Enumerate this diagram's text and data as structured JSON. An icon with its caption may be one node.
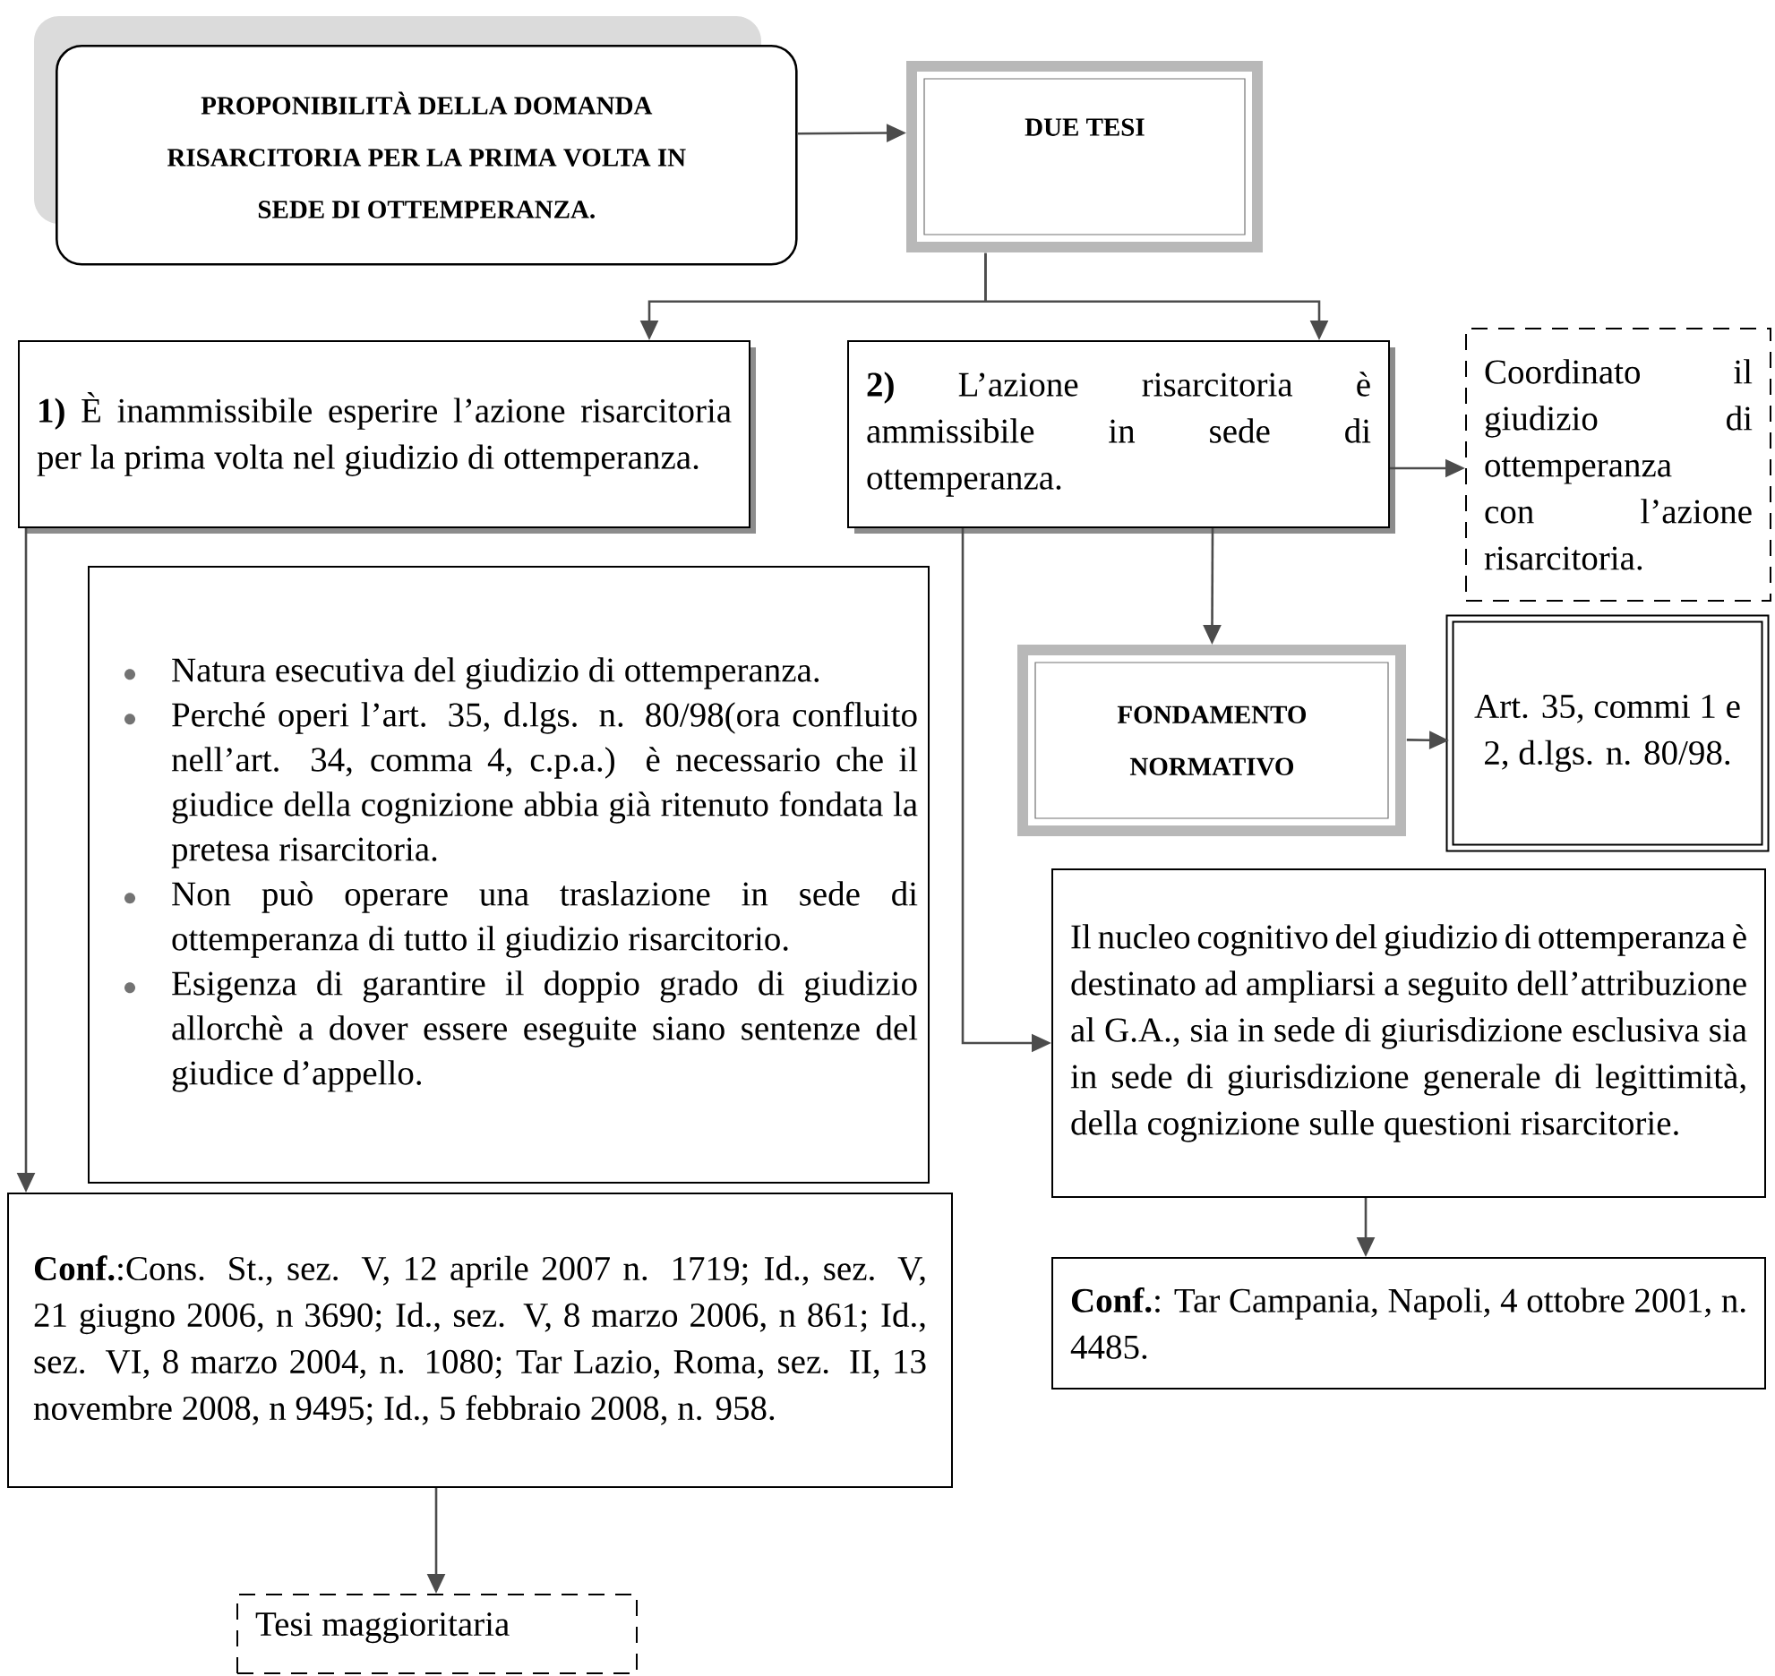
{
  "diagram": {
    "nodes": [
      {
        "text": [
          "PROPONIBILITÀ DELLA DOMANDA RISARCITORIA PER LA PRIMA VOLTA IN SEDE DI OTTEMPERANZA."
        ]
      },
      {
        "text": [
          "DUE TESI"
        ]
      },
      {
        "text": [
          "**1)** È inammissibile esperire l’azione risarcitoria per la prima volta nel giudizio di ottemperanza."
        ]
      },
      {
        "text": [
          "**2)** L’azione risarcitoria è ammissibile in sede di ottemperanza."
        ]
      },
      {
        "text": [
          "Coordinato il giudizio di ottemperanza con l’azione risarcitoria."
        ]
      },
      {
        "text": [
          "Natura esecutiva del giudizio di ottemperanza.",
          "Perché operi l’art. 35, d.lgs. n. 80/98(ora confluito nell’art. 34, comma 4, c.p.a.) è necessario che il giudice della cognizione abbia già ritenuto fondata la pretesa risarcitoria.",
          "Non può operare una traslazione in sede di ottemperanza di tutto il giudizio risarcitorio.",
          "Esigenza di garantire il doppio grado di giudizio allorchè a dover essere eseguite siano sentenze del giudice d’appello."
        ]
      },
      {
        "text": [
          "FONDAMENTO NORMATIVO"
        ]
      },
      {
        "text": [
          "Art. 35, commi 1 e 2, d.lgs. n. 80/98."
        ]
      },
      {
        "text": [
          "Il nucleo cognitivo del giudizio di ottemperanza è destinato ad ampliarsi a seguito dell’attribuzione al G.A., sia in sede di giurisdizione esclusiva sia in sede di giurisdizione generale di legittimità, della cognizione sulle questioni risarcitorie."
        ]
      },
      {
        "text": [
          "**Conf.**:Cons. St., sez. V, 12 aprile 2007 n. 1719; Id., sez. V, 21 giugno 2006, n 3690; Id., sez. V, 8 marzo 2006, n 861; Id., sez. VI, 8 marzo 2004, n. 1080; Tar Lazio, Roma, sez. II, 13 novembre 2008, n 9495; Id., 5 febbraio 2008, n. 958."
        ]
      },
      {
        "text": [
          "**Conf.**: Tar Campania, Napoli, 4 ottobre 2001, n. 4485."
        ]
      },
      {
        "text": [
          "Tesi maggioritaria"
        ]
      }
    ],
    "edges": [
      {
        "from": 0,
        "to": 1,
        "arrow": "to"
      },
      {
        "from": 1,
        "to": 2,
        "arrow": "to"
      },
      {
        "from": 1,
        "to": 3,
        "arrow": "to"
      },
      {
        "from": 3,
        "to": 4,
        "arrow": "to"
      },
      {
        "from": 3,
        "to": 6,
        "arrow": "to"
      },
      {
        "from": 6,
        "to": 7,
        "arrow": "to"
      },
      {
        "from": 3,
        "to": 8,
        "arrow": "to"
      },
      {
        "from": 2,
        "to": 9,
        "arrow": "to"
      },
      {
        "from": 8,
        "to": 10,
        "arrow": "to"
      },
      {
        "from": 9,
        "to": 11,
        "arrow": "to"
      }
    ]
  }
}
